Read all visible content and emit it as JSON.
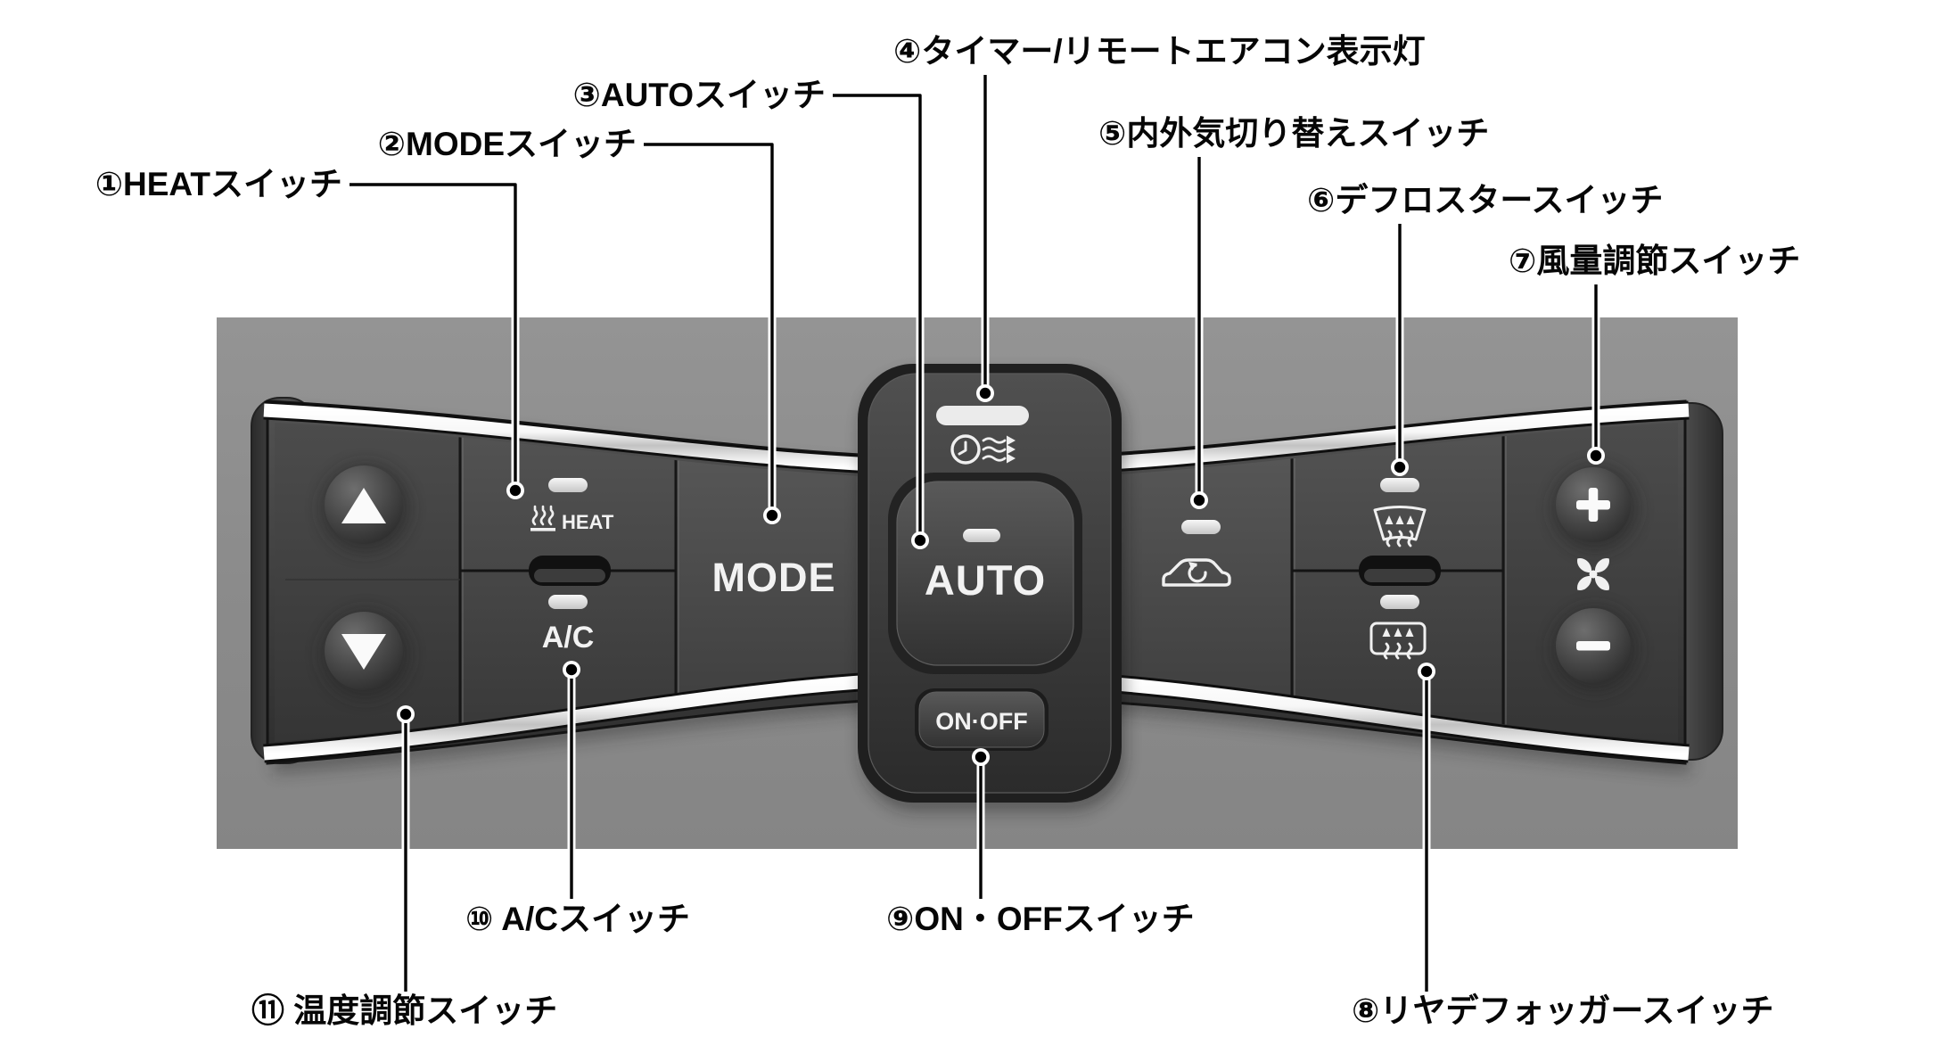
{
  "figure": {
    "type": "car-climate-control-panel-diagram",
    "background_color": "#ffffff",
    "photo_background_color": "#8b8b8b",
    "panel_color": "#3f3f3f",
    "chrome_color": "#f4f4f4",
    "indicator_pill_color": "#e2e2e2",
    "panel_text_color": "#f2f2f2",
    "label_text_color": "#060606"
  },
  "callouts": [
    {
      "text": "①HEATスイッチ"
    },
    {
      "text": "②MODEスイッチ"
    },
    {
      "text": "③AUTOスイッチ"
    },
    {
      "text": "④タイマー/リモートエアコン表示灯"
    },
    {
      "text": "⑤内外気切り替えスイッチ"
    },
    {
      "text": "⑥デフロスタースイッチ"
    },
    {
      "text": "⑦風量調節スイッチ"
    },
    {
      "text": "⑧リヤデフォッガースイッチ"
    },
    {
      "text": "⑨ON・OFFスイッチ"
    },
    {
      "text": "⑩ A/Cスイッチ"
    },
    {
      "text": "⑪ 温度調節スイッチ"
    }
  ],
  "panel": {
    "heat": "HEAT",
    "ac": "A/C",
    "mode": "MODE",
    "auto": "AUTO",
    "onoff": "ON·OFF"
  },
  "icons": {
    "temp_up": "▲ up triangle",
    "temp_down": "▼ down triangle",
    "heat": "heat waves over bar",
    "timer_remote": "clock with airflow arrows",
    "recirculation": "car with circulating arrow",
    "defroster": "windshield with rising arrows",
    "rear_defogger": "rear window with rising arrows",
    "fan": "four-blade fan",
    "fan_plus": "+",
    "fan_minus": "−"
  }
}
